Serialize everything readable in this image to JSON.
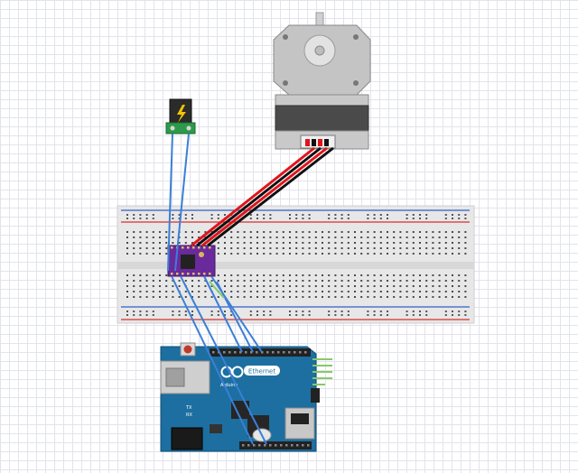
{
  "diagram": {
    "components": {
      "stepper_motor": {
        "icon": "stepper-motor-icon"
      },
      "power_jack": {
        "icon": "dc-barrel-jack-icon",
        "accent": "#f5c400"
      },
      "breadboard": {
        "icon": "breadboard-icon"
      },
      "driver_board": {
        "icon": "stepper-driver-icon",
        "color": "#6a2a9c"
      },
      "arduino": {
        "brand": "Arduino",
        "model": "Ethernet",
        "tx_label": "TX",
        "rx_label": "RX",
        "icon": "arduino-infinity-icon",
        "color": "#1c6fa0"
      }
    },
    "wire_colors": {
      "signal": "#3b7fd6",
      "coil_red": "#e0141b",
      "coil_black": "#111111",
      "power_red": "#d63030",
      "power_blue": "#3060c8"
    }
  }
}
